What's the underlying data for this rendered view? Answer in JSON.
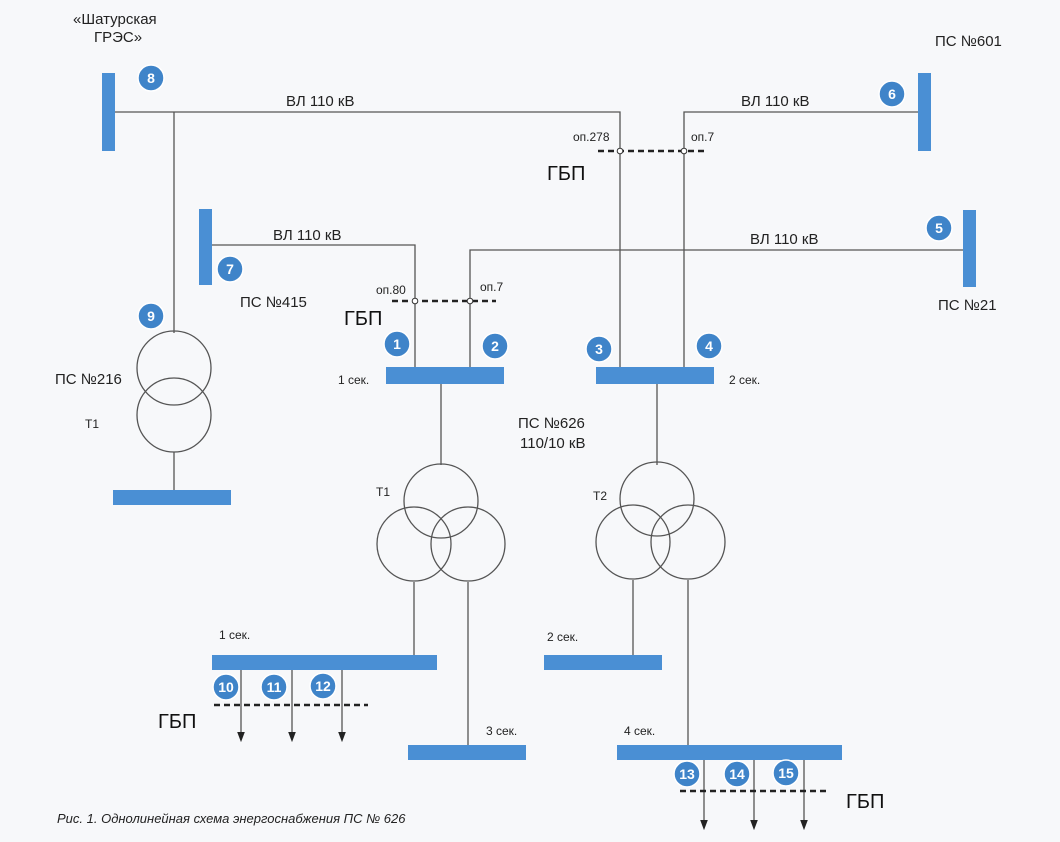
{
  "colors": {
    "bus": "#4a8fd4",
    "badge": "#3f84c9",
    "line": "#555555",
    "background": "#f7f8fa"
  },
  "labels": {
    "shatura_line1": "«Шатурская",
    "shatura_line2": "ГРЭС»",
    "ps601": "ПС №601",
    "ps415": "ПС №415",
    "ps21": "ПС №21",
    "ps216": "ПС №216",
    "ps626_line1": "ПС №626",
    "ps626_line2": "110/10 кВ",
    "vl_top_left": "ВЛ 110 кВ",
    "vl_top_right": "ВЛ 110 кВ",
    "vl_mid_left": "ВЛ 110 кВ",
    "vl_mid_right": "ВЛ 110 кВ",
    "op278": "оп.278",
    "op7_top": "оп.7",
    "op80": "оп.80",
    "op7_mid": "оп.7",
    "gbp_top": "ГБП",
    "gbp_mid": "ГБП",
    "gbp_left": "ГБП",
    "gbp_right": "ГБП",
    "sec1_hv": "1 сек.",
    "sec2_hv": "2 сек.",
    "sec1_lv": "1 сек.",
    "sec2_lv": "2 сек.",
    "sec3_lv": "3 сек.",
    "sec4_lv": "4 сек.",
    "t1_216": "Т1",
    "t1_626": "Т1",
    "t2_626": "Т2"
  },
  "badges": [
    "1",
    "2",
    "3",
    "4",
    "5",
    "6",
    "7",
    "8",
    "9",
    "10",
    "11",
    "12",
    "13",
    "14",
    "15"
  ],
  "caption": "Рис. 1. Однолинейная схема энергоснабжения ПС № 626"
}
